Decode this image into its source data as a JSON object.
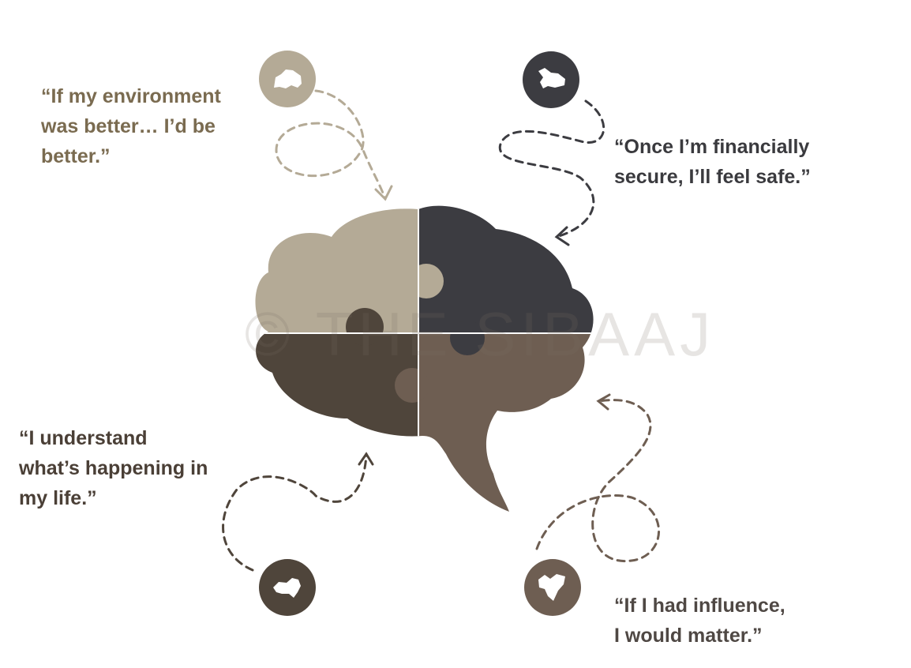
{
  "quotes": {
    "environment": {
      "lines": [
        "“If my environment",
        "was better… I’d be",
        "better.”"
      ]
    },
    "financial": {
      "lines": [
        "“Once I’m financially",
        "secure, I’ll feel safe.”"
      ]
    },
    "understand": {
      "lines": [
        "“I understand",
        "what’s happening in",
        "my life.”"
      ]
    },
    "influence": {
      "lines": [
        "“If I had influence,",
        "I would matter.”"
      ]
    }
  },
  "watermark": "© THE SIBAAJ",
  "colors": {
    "taupe": "#b4aa96",
    "charcoal": "#3c3c41",
    "dark_brown": "#4f453b",
    "brown": "#6e5e52",
    "quote_environment": "#7a6b50",
    "quote_financial": "#3a3a3e",
    "quote_understand": "#4a3f36",
    "quote_influence": "#4f4844"
  },
  "icons": [
    "map-region-icon",
    "map-region-icon",
    "map-region-icon",
    "map-region-icon"
  ]
}
